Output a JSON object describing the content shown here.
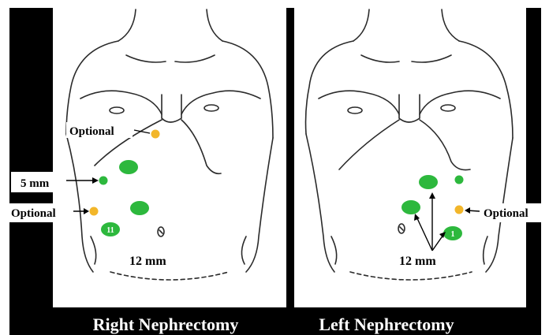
{
  "panels": [
    {
      "caption": "Right Nephrectomy",
      "labels": {
        "optional_top": "Optional",
        "five_mm": "5 mm",
        "optional_side": "Optional",
        "twelve_mm": "12 mm",
        "port_number": "11"
      }
    },
    {
      "caption": "Left Nephrectomy",
      "labels": {
        "optional_side": "Optional",
        "twelve_mm": "12 mm",
        "port_number": "1"
      }
    }
  ],
  "colors": {
    "frame": "#000000",
    "port_green": "#2db83d",
    "port_optional": "#f2b62a",
    "line": "#2a2a2a"
  }
}
